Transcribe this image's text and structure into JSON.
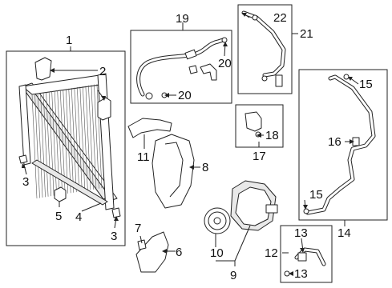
{
  "callouts": {
    "c1": "1",
    "c2": "2",
    "c3a": "3",
    "c3b": "3",
    "c4": "4",
    "c5": "5",
    "c6": "6",
    "c7": "7",
    "c8": "8",
    "c9": "9",
    "c10": "10",
    "c11": "11",
    "c12": "12",
    "c13a": "13",
    "c13b": "13",
    "c14": "14",
    "c15a": "15",
    "c15b": "15",
    "c16": "16",
    "c17": "17",
    "c18": "18",
    "c19": "19",
    "c20a": "20",
    "c20b": "20",
    "c21": "21",
    "c22": "22"
  },
  "parts": [
    {
      "ref": "1",
      "icon": "condenser-assembly-icon"
    },
    {
      "ref": "2",
      "icon": "mounting-bracket-icon"
    },
    {
      "ref": "3",
      "icon": "clip-icon"
    },
    {
      "ref": "4",
      "icon": "seal-strip-icon"
    },
    {
      "ref": "5",
      "icon": "bushing-icon"
    },
    {
      "ref": "6",
      "icon": "compressor-bracket-icon"
    },
    {
      "ref": "7",
      "icon": "bolt-icon"
    },
    {
      "ref": "8",
      "icon": "air-deflector-icon"
    },
    {
      "ref": "9",
      "icon": "compressor-icon"
    },
    {
      "ref": "10",
      "icon": "pulley-icon"
    },
    {
      "ref": "11",
      "icon": "pipe-bracket-icon"
    },
    {
      "ref": "12",
      "icon": "tube-assembly-icon"
    },
    {
      "ref": "13",
      "icon": "o-ring-icon"
    },
    {
      "ref": "14",
      "icon": "liquid-line-icon"
    },
    {
      "ref": "15",
      "icon": "o-ring-icon"
    },
    {
      "ref": "16",
      "icon": "valve-core-icon"
    },
    {
      "ref": "17",
      "icon": "expansion-valve-icon"
    },
    {
      "ref": "18",
      "icon": "o-ring-icon"
    },
    {
      "ref": "19",
      "icon": "suction-hose-icon"
    },
    {
      "ref": "20",
      "icon": "o-ring-icon"
    },
    {
      "ref": "21",
      "icon": "discharge-hose-icon"
    },
    {
      "ref": "22",
      "icon": "o-ring-icon"
    }
  ]
}
